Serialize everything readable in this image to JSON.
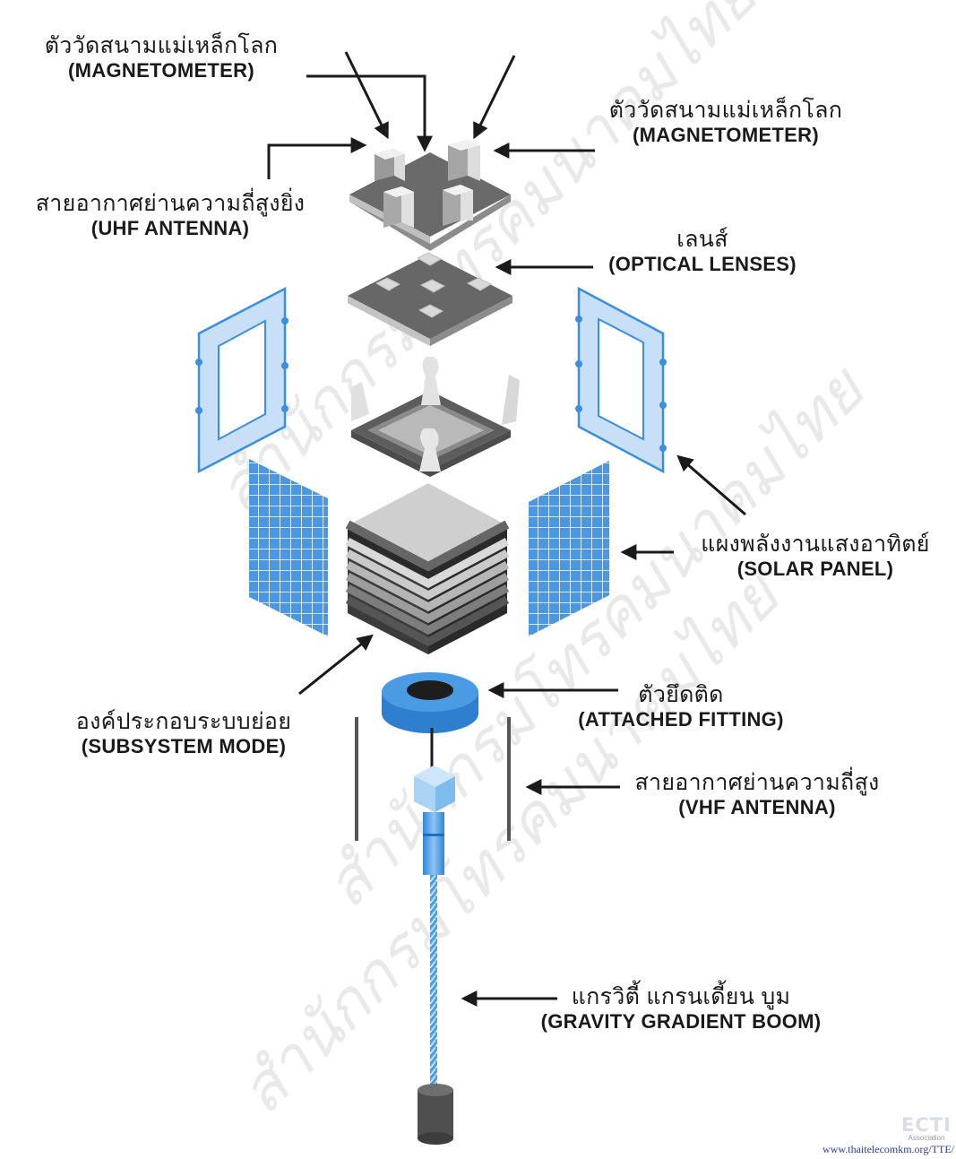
{
  "labels": {
    "magnetometer_left": {
      "th": "ตัววัดสนามแม่เหล็กโลก",
      "en": "(MAGNETOMETER)"
    },
    "magnetometer_right": {
      "th": "ตัววัดสนามแม่เหล็กโลก",
      "en": "(MAGNETOMETER)"
    },
    "uhf_antenna": {
      "th": "สายอากาศย่านความถี่สูงยิ่ง",
      "en": "(UHF ANTENNA)"
    },
    "optical_lenses": {
      "th": "เลนส์",
      "en": "(OPTICAL LENSES)"
    },
    "solar_panel": {
      "th": "แผงพลังงานแสงอาทิตย์",
      "en": "(SOLAR PANEL)"
    },
    "subsystem_mode": {
      "th": "องค์ประกอบระบบย่อย",
      "en": "(SUBSYSTEM MODE)"
    },
    "attached_fitting": {
      "th": "ตัวยึดติด",
      "en": "(ATTACHED FITTING)"
    },
    "vhf_antenna": {
      "th": "สายอากาศย่านความถี่สูง",
      "en": "(VHF ANTENNA)"
    },
    "gravity_boom": {
      "th": "แกรวิตี้ แกรนเดี้ยน บูม",
      "en": "(GRAVITY GRADIENT BOOM)"
    }
  },
  "watermark": {
    "text": "สำนักกรมโทรคมนาคมไทย"
  },
  "logo": {
    "text": "ECTI",
    "sub": "Association"
  },
  "footer": {
    "url": "www.thaitelecomkm.org/TTE/"
  },
  "colors": {
    "panel_blue": "#3c8ee0",
    "panel_light": "#c7e0f7",
    "fitting_blue": "#3a8fd8",
    "arrow": "#1a1a1a",
    "plate_dark": "#5e5e5e",
    "plate_light": "#d4d4d4"
  }
}
